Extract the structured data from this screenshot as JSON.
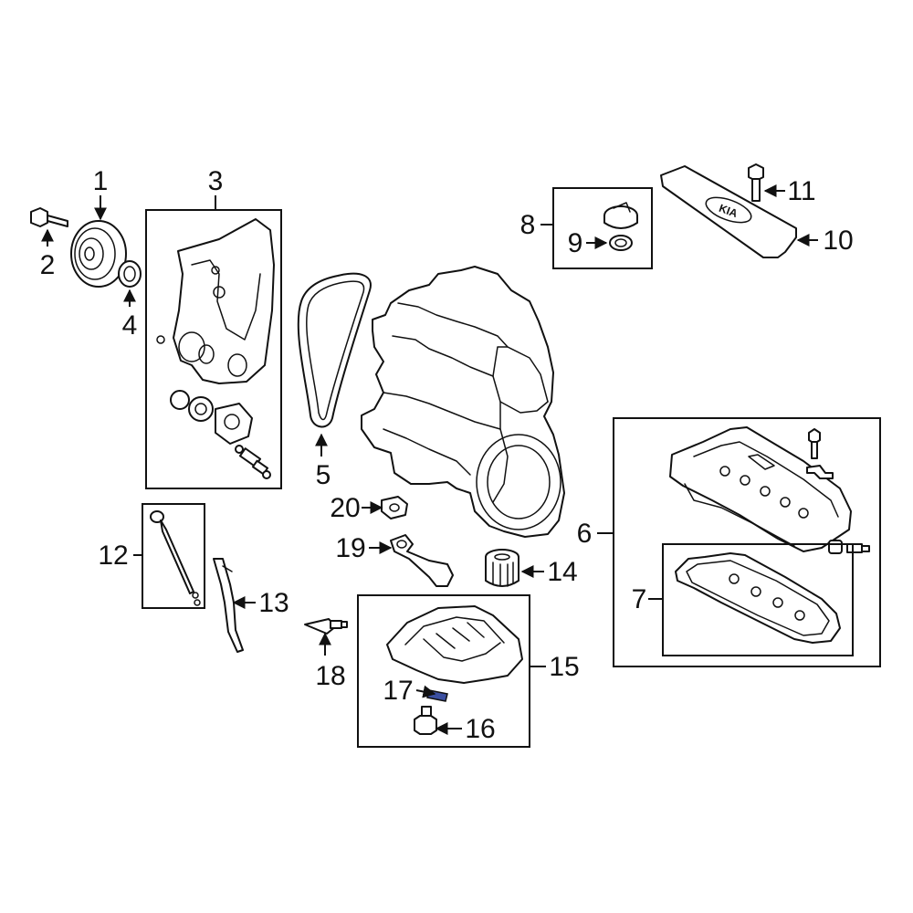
{
  "colors": {
    "line": "#111111",
    "background": "#ffffff",
    "highlight": "#3b4fa0"
  },
  "callouts": {
    "c1": "1",
    "c2": "2",
    "c3": "3",
    "c4": "4",
    "c5": "5",
    "c6": "6",
    "c7": "7",
    "c8": "8",
    "c9": "9",
    "c10": "10",
    "c11": "11",
    "c12": "12",
    "c13": "13",
    "c14": "14",
    "c15": "15",
    "c16": "16",
    "c17": "17",
    "c18": "18",
    "c19": "19",
    "c20": "20"
  },
  "logo_text": "KIA"
}
